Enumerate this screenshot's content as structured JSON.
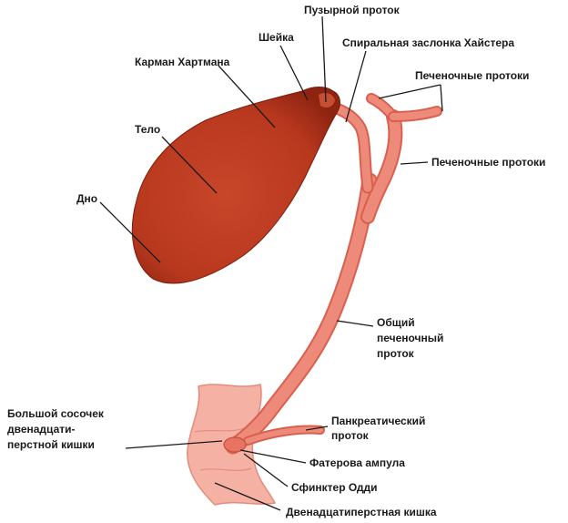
{
  "labels": {
    "cystic_duct": "Пузырной проток",
    "neck": "Шейка",
    "heister_valve": "Спиральная заслонка Хайстера",
    "hartmann_pouch": "Карман Хартмана",
    "hepatic_ducts_top": "Печеночные протоки",
    "body": "Тело",
    "hepatic_ducts_side": "Печеночные протоки",
    "fundus": "Дно",
    "common_hepatic_duct": [
      "Общий",
      "печеночный",
      "проток"
    ],
    "major_papilla": [
      "Большой сосочек",
      "двенадцати-",
      "перстной кишки"
    ],
    "pancreatic_duct": [
      "Панкреатический",
      "проток"
    ],
    "vater_ampulla": "Фатерова ампула",
    "oddi_sphincter": "Сфинктер Одди",
    "duodenum": "Двенадцатиперстная кишка"
  },
  "colors": {
    "gallbladder": "#b8381e",
    "gallbladder_dark": "#8e2410",
    "duct": "#ee8a7a",
    "duct_edge": "#d9604e",
    "duodenum": "#f4b1a4",
    "label_text": "#1a1a1a"
  }
}
